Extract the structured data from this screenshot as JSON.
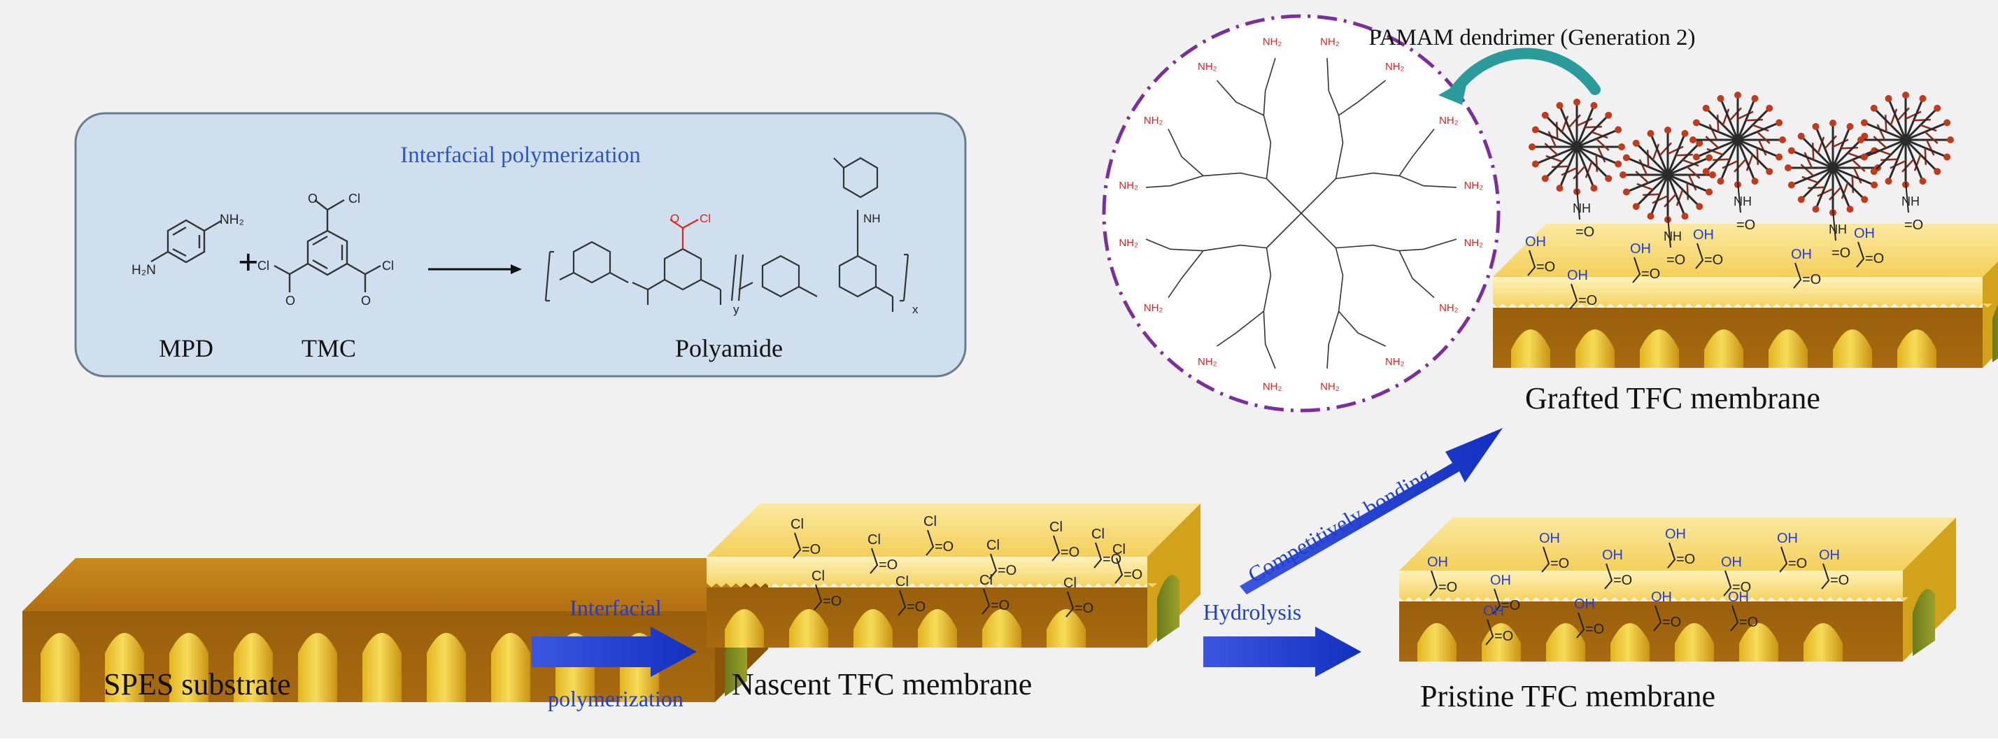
{
  "interfacial_box": {
    "title": "Interfacial polymerization",
    "mpd_label": "MPD",
    "tmc_label": "TMC",
    "polyamide_label": "Polyamide",
    "plus": "+",
    "subscript_y": "y",
    "subscript_x": "x"
  },
  "dendrimer": {
    "title": "PAMAM dendrimer (Generation 2)",
    "terminal_group": "NH₂"
  },
  "membranes": {
    "substrate": "SPES substrate",
    "nascent": "Nascent TFC membrane",
    "pristine": "Pristine TFC membrane",
    "grafted": "Grafted TFC membrane"
  },
  "arrows": {
    "interfacial_line1": "Interfacial",
    "interfacial_line2": "polymerization",
    "hydrolysis": "Hydrolysis",
    "competitive": "Competitively bonding"
  },
  "chem_groups": {
    "acyl_chloride_top": "Cl",
    "carbonyl": "C=O",
    "hydroxyl": "OH",
    "amide": "NH",
    "chlorine": "Cl",
    "amine": "H₂N"
  },
  "colors": {
    "background": "#f1f1f1",
    "box_fill": "#cfdfee",
    "box_stroke": "#6a7b8c",
    "arrow_blue": "#1f3fd0",
    "label_blue": "#1f3fd0",
    "dendrimer_circle": "#7a2f9a",
    "curved_arrow": "#2a9a9a",
    "amine_red": "#e02020",
    "layer_yellow": "#f8dc7a",
    "substrate_brown": "#b8760e"
  }
}
